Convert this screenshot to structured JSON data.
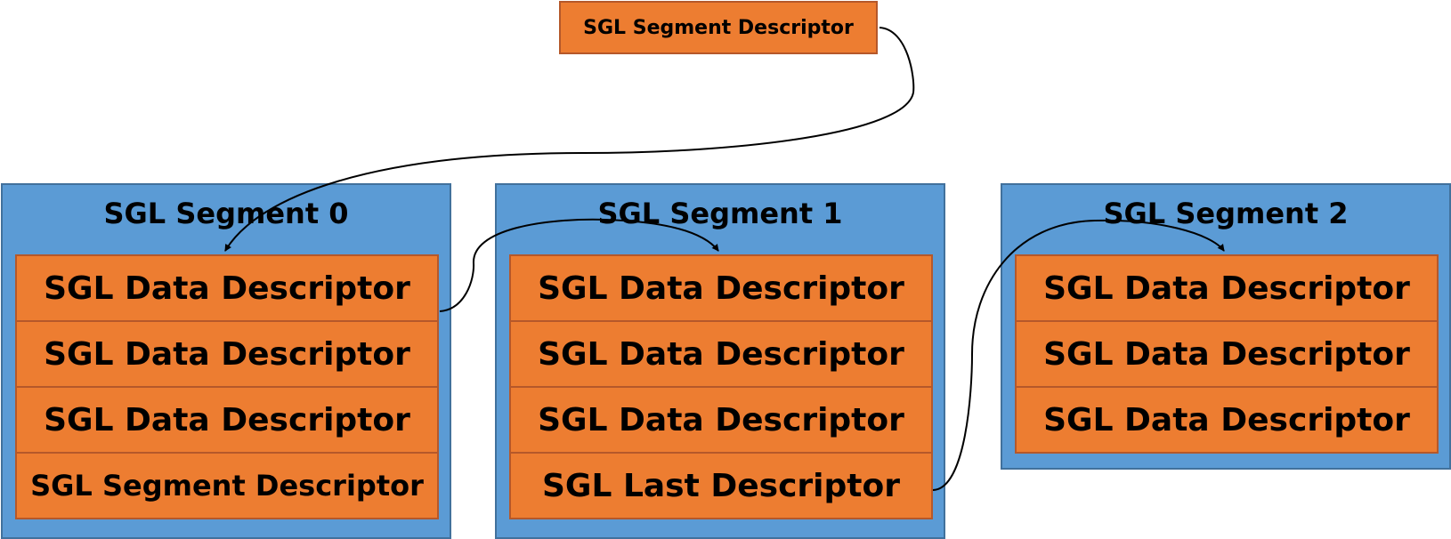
{
  "top_descriptor": "SGL Segment Descriptor",
  "segments": [
    {
      "title": "SGL Segment 0",
      "descriptors": [
        "SGL Data Descriptor",
        "SGL Data Descriptor",
        "SGL Data Descriptor",
        "SGL Segment Descriptor"
      ]
    },
    {
      "title": "SGL Segment 1",
      "descriptors": [
        "SGL Data Descriptor",
        "SGL Data Descriptor",
        "SGL Data Descriptor",
        "SGL Last Descriptor"
      ]
    },
    {
      "title": "SGL Segment 2",
      "descriptors": [
        "SGL Data Descriptor",
        "SGL Data Descriptor",
        "SGL Data Descriptor"
      ]
    }
  ],
  "colors": {
    "descriptor_fill": "#ED7D31",
    "descriptor_border": "#B5582A",
    "segment_fill": "#5B9BD5",
    "segment_border": "#41719C",
    "arrow": "#000000"
  }
}
